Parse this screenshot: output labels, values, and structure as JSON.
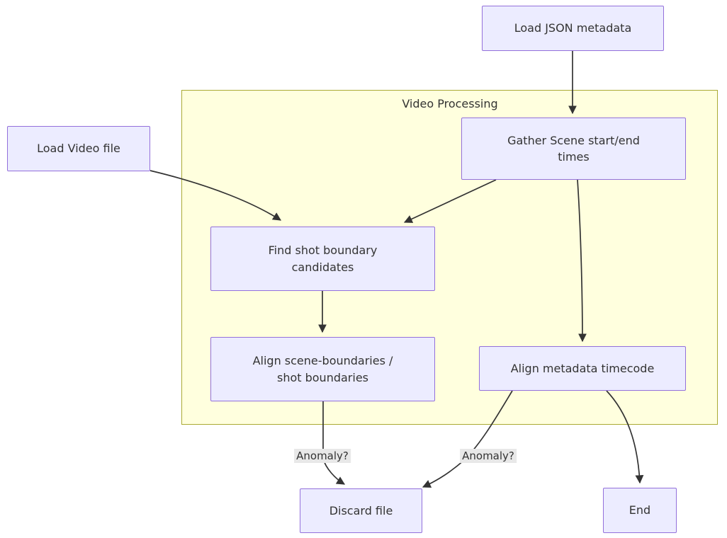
{
  "diagram": {
    "type": "flowchart",
    "title": "",
    "subgraph": {
      "label": "Video Processing",
      "fill_color": "#ffffde",
      "border_color": "#aaaa33"
    },
    "node_style": {
      "fill_color": "#ececff",
      "border_color": "#9370db",
      "text_color": "#333333"
    },
    "nodes": [
      {
        "id": "load_json",
        "label": "Load JSON metadata",
        "lines": [
          "Load JSON metadata"
        ],
        "in_subgraph": false
      },
      {
        "id": "load_video",
        "label": "Load Video file",
        "lines": [
          "Load Video file"
        ],
        "in_subgraph": false
      },
      {
        "id": "gather_scene",
        "label": "Gather Scene start/end times",
        "lines": [
          "Gather Scene start/end",
          "times"
        ],
        "in_subgraph": true
      },
      {
        "id": "find_shot",
        "label": "Find shot boundary candidates",
        "lines": [
          "Find shot boundary",
          "candidates"
        ],
        "in_subgraph": true
      },
      {
        "id": "align_scene",
        "label": "Align scene-boundaries / shot boundaries",
        "lines": [
          "Align scene-boundaries /",
          "shot boundaries"
        ],
        "in_subgraph": true
      },
      {
        "id": "align_meta",
        "label": "Align metadata timecode",
        "lines": [
          "Align metadata timecode"
        ],
        "in_subgraph": true
      },
      {
        "id": "discard",
        "label": "Discard file",
        "lines": [
          "Discard file"
        ],
        "in_subgraph": false
      },
      {
        "id": "end",
        "label": "End",
        "lines": [
          "End"
        ],
        "in_subgraph": false
      }
    ],
    "edges": [
      {
        "from": "load_json",
        "to": "gather_scene",
        "label": ""
      },
      {
        "from": "load_video",
        "to": "find_shot",
        "label": ""
      },
      {
        "from": "gather_scene",
        "to": "find_shot",
        "label": ""
      },
      {
        "from": "gather_scene",
        "to": "align_meta",
        "label": ""
      },
      {
        "from": "find_shot",
        "to": "align_scene",
        "label": ""
      },
      {
        "from": "align_scene",
        "to": "discard",
        "label": "Anomaly?"
      },
      {
        "from": "align_meta",
        "to": "discard",
        "label": "Anomaly?"
      },
      {
        "from": "align_meta",
        "to": "end",
        "label": ""
      }
    ],
    "edge_labels": [
      {
        "id": "anomaly_left",
        "text": "Anomaly?"
      },
      {
        "id": "anomaly_right",
        "text": "Anomaly?"
      }
    ]
  }
}
